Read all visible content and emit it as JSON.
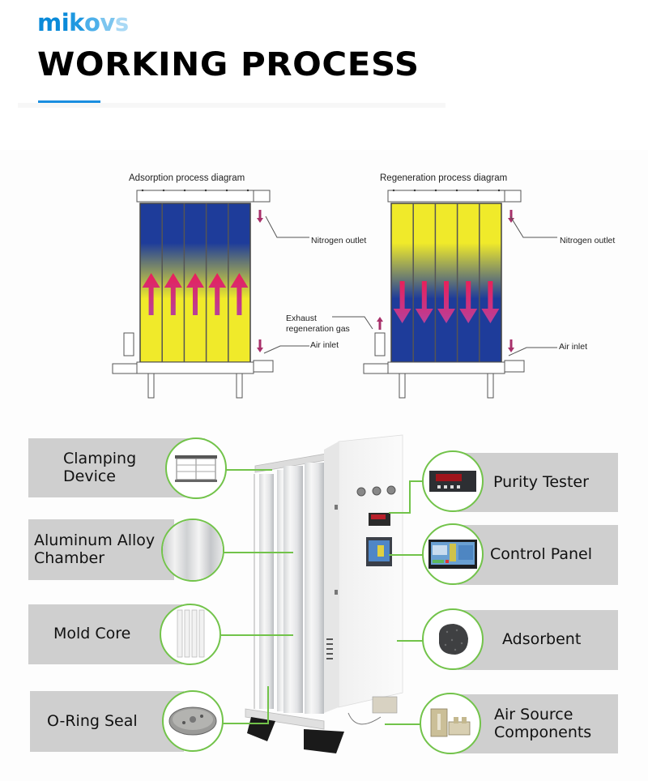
{
  "brand": {
    "logo_parts": [
      {
        "text": "mi",
        "color": "#0a8ad9"
      },
      {
        "text": "k",
        "color": "#1f98e0"
      },
      {
        "text": "o",
        "color": "#4eb0ea"
      },
      {
        "text": "v",
        "color": "#7cc5ef"
      },
      {
        "text": "s",
        "color": "#a9d9f5"
      }
    ],
    "accent_color": "#1a8ee0"
  },
  "header": {
    "title": "WORKING PROCESS"
  },
  "diagrams": [
    {
      "title": "Adsorption process diagram",
      "flow": "up",
      "top_color": "#1e3c9a",
      "bottom_color": "#f0ea2a",
      "callouts": {
        "nitrogen_outlet": "Nitrogen outlet",
        "air_inlet": "Air inlet"
      }
    },
    {
      "title": "Regeneration process diagram",
      "flow": "down",
      "top_color": "#f0ea2a",
      "bottom_color": "#1e3c9a",
      "callouts": {
        "nitrogen_outlet": "Nitrogen outlet",
        "air_inlet": "Air inlet",
        "exhaust_line1": "Exhaust",
        "exhaust_line2": "regeneration gas"
      }
    }
  ],
  "components": {
    "left": [
      {
        "label_line1": "Clamping",
        "label_line2": "Device",
        "icon": "clamping-device-icon"
      },
      {
        "label_line1": "Aluminum Alloy",
        "label_line2": "Chamber",
        "icon": "aluminum-chamber-icon"
      },
      {
        "label_line1": "Mold Core",
        "label_line2": "",
        "icon": "mold-core-icon"
      },
      {
        "label_line1": "O-Ring Seal",
        "label_line2": "",
        "icon": "o-ring-seal-icon"
      }
    ],
    "right": [
      {
        "label_line1": "Purity Tester",
        "label_line2": "",
        "icon": "purity-tester-icon"
      },
      {
        "label_line1": "Control Panel",
        "label_line2": "",
        "icon": "control-panel-icon"
      },
      {
        "label_line1": "Adsorbent",
        "label_line2": "",
        "icon": "adsorbent-icon"
      },
      {
        "label_line1": "Air Source",
        "label_line2": "Components",
        "icon": "air-source-components-icon"
      }
    ],
    "highlight_color": "#72c34a",
    "panel_color": "#cfcfcf"
  }
}
